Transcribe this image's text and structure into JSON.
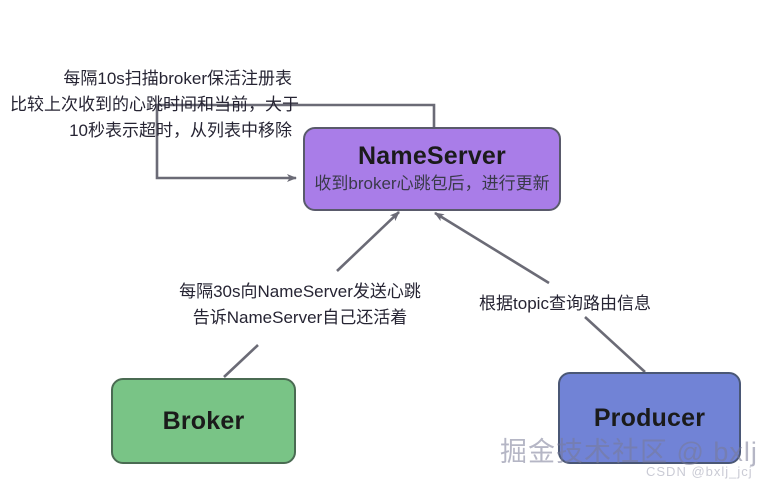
{
  "diagram": {
    "title": "RocketMQ NameServer heartbeat and routing diagram",
    "background_color": "#ffffff",
    "nodes": [
      {
        "id": "nameserver",
        "title": "NameServer",
        "subtitle": "收到broker心跳包后，进行更新",
        "fill_color": "#a97de8",
        "border_color": "#595a6b"
      },
      {
        "id": "broker",
        "title": "Broker",
        "subtitle": "",
        "fill_color": "#79c486",
        "border_color": "#4a6b52"
      },
      {
        "id": "producer",
        "title": "Producer",
        "subtitle": "",
        "fill_color": "#7183d6",
        "border_color": "#4a5775"
      }
    ],
    "labels": {
      "scan": {
        "line1": "每隔10s扫描broker保活注册表",
        "line2": "比较上次收到的心跳时间和当前，大于",
        "line3": "10秒表示超时，从列表中移除"
      },
      "heartbeat": {
        "line1": "每隔30s向NameServer发送心跳",
        "line2": "告诉NameServer自己还活着"
      },
      "route": {
        "line1": "根据topic查询路由信息"
      }
    },
    "edges": [
      {
        "id": "self-loop",
        "from": "nameserver",
        "to": "nameserver",
        "label": "每隔10s扫描broker保活注册表",
        "color": "#6b6b76"
      },
      {
        "id": "broker-to-nameserver",
        "from": "broker",
        "to": "nameserver",
        "label": "每隔30s向NameServer发送心跳",
        "color": "#6b6b76"
      },
      {
        "id": "producer-to-nameserver",
        "from": "producer",
        "to": "nameserver",
        "label": "根据topic查询路由信息",
        "color": "#6b6b76"
      }
    ],
    "watermarks": {
      "juejin": "掘金技术社区 @ bxlj",
      "csdn": "CSDN @bxlj_jcj"
    }
  }
}
